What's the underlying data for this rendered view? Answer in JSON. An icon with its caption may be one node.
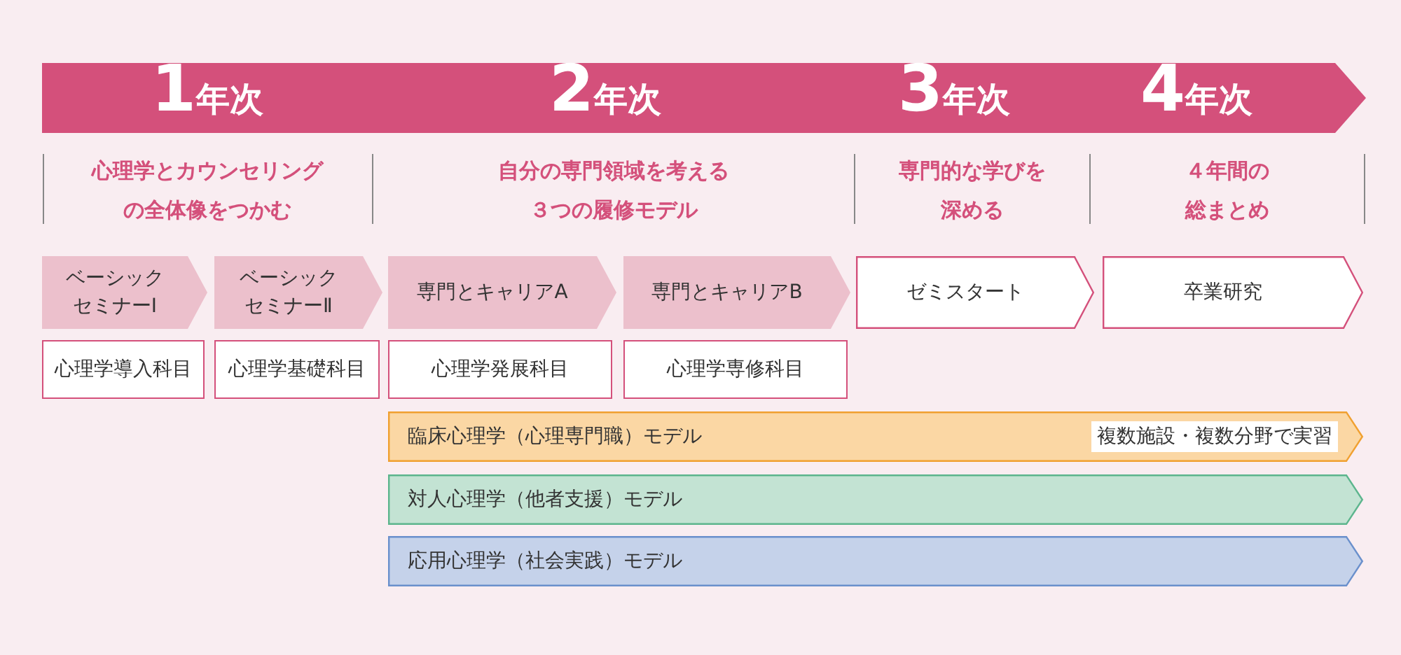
{
  "diagram": {
    "nodes": [
      {
        "text": [
          "1年次",
          "2年次",
          "3年次",
          "4年次"
        ]
      },
      {
        "text": [
          "ベーシックセミナーⅠ"
        ]
      },
      {
        "text": [
          "ベーシックセミナーⅡ"
        ]
      },
      {
        "text": [
          "専門とキャリアA"
        ]
      },
      {
        "text": [
          "専門とキャリアB"
        ]
      },
      {
        "text": [
          "ゼミスタート"
        ]
      },
      {
        "text": [
          "卒業研究"
        ]
      },
      {
        "text": [
          "心理学導入科目"
        ]
      },
      {
        "text": [
          "心理学基礎科目"
        ]
      },
      {
        "text": [
          "心理学発展科目"
        ]
      },
      {
        "text": [
          "心理学専修科目"
        ]
      },
      {
        "text": [
          "臨床心理学（心理専門職）モデル",
          "複数施設・複数分野で実習"
        ]
      },
      {
        "text": [
          "対人心理学（他者支援）モデル"
        ]
      },
      {
        "text": [
          "応用心理学（社会実践）モデル"
        ]
      }
    ],
    "edges": [],
    "labels": [
      "心理学とカウンセリングの全体像をつかむ",
      "自分の専門領域を考える３つの履修モデル",
      "専門的な学びを深める",
      "４年間の総まとめ"
    ]
  }
}
